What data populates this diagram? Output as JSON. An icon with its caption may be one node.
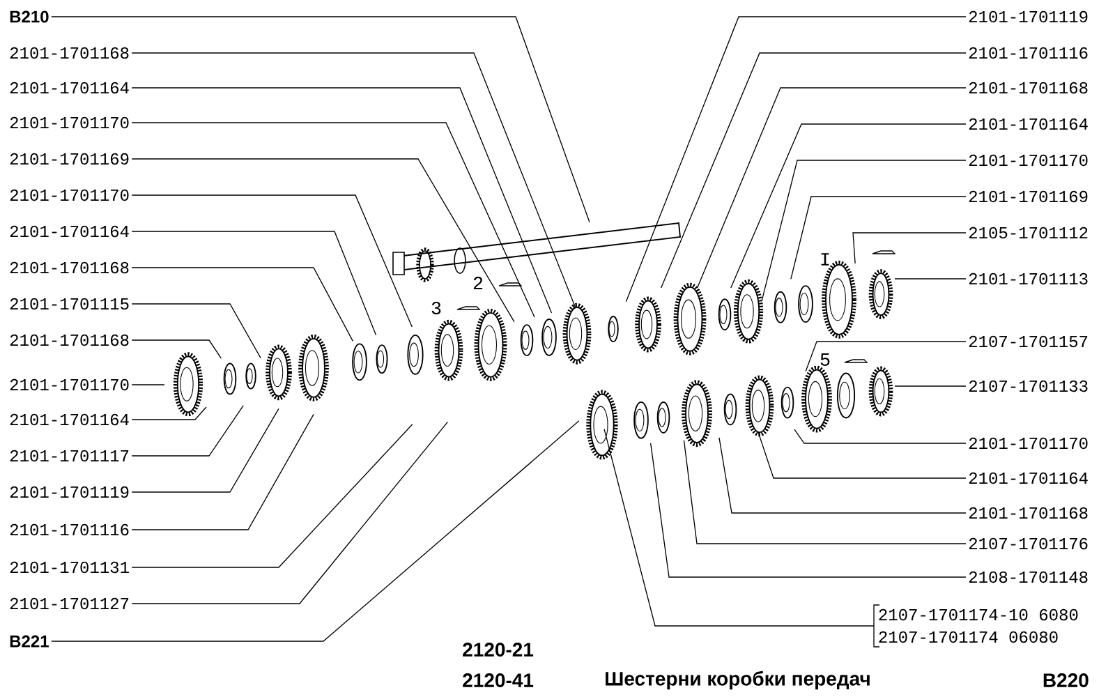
{
  "diagram": {
    "title": "Шестерни коробки передач",
    "nodes": [
      {
        "text": [
          "B210"
        ]
      },
      {
        "text": [
          "2101-1701168"
        ]
      },
      {
        "text": [
          "2101-1701164"
        ]
      },
      {
        "text": [
          "2101-1701170"
        ]
      },
      {
        "text": [
          "2101-1701169"
        ]
      },
      {
        "text": [
          "2101-1701170"
        ]
      },
      {
        "text": [
          "2101-1701164"
        ]
      },
      {
        "text": [
          "2101-1701168"
        ]
      },
      {
        "text": [
          "2101-1701115"
        ]
      },
      {
        "text": [
          "2101-1701168"
        ]
      },
      {
        "text": [
          "2101-1701170"
        ]
      },
      {
        "text": [
          "2101-1701164"
        ]
      },
      {
        "text": [
          "2101-1701117"
        ]
      },
      {
        "text": [
          "2101-1701119"
        ]
      },
      {
        "text": [
          "2101-1701116"
        ]
      },
      {
        "text": [
          "2101-1701131"
        ]
      },
      {
        "text": [
          "2101-1701127"
        ]
      },
      {
        "text": [
          "B221"
        ]
      },
      {
        "text": [
          "2101-1701119"
        ]
      },
      {
        "text": [
          "2101-1701116"
        ]
      },
      {
        "text": [
          "2101-1701168"
        ]
      },
      {
        "text": [
          "2101-1701164"
        ]
      },
      {
        "text": [
          "2101-1701170"
        ]
      },
      {
        "text": [
          "2101-1701169"
        ]
      },
      {
        "text": [
          "2105-1701112"
        ]
      },
      {
        "text": [
          "2101-1701113"
        ]
      },
      {
        "text": [
          "2107-1701157"
        ]
      },
      {
        "text": [
          "2107-1701133"
        ]
      },
      {
        "text": [
          "2101-1701170"
        ]
      },
      {
        "text": [
          "2101-1701164"
        ]
      },
      {
        "text": [
          "2101-1701168"
        ]
      },
      {
        "text": [
          "2107-1701176"
        ]
      },
      {
        "text": [
          "2108-1701148"
        ]
      },
      {
        "text": [
          "2107-1701174-10 6080",
          "2107-1701174 06080"
        ]
      }
    ],
    "edges": [
      {
        "from": 0,
        "to": null,
        "arrow": "none"
      },
      {
        "from": 1,
        "to": null,
        "arrow": "none"
      },
      {
        "from": 2,
        "to": null,
        "arrow": "none"
      },
      {
        "from": 3,
        "to": null,
        "arrow": "none"
      },
      {
        "from": 4,
        "to": null,
        "arrow": "none"
      },
      {
        "from": 5,
        "to": null,
        "arrow": "none"
      },
      {
        "from": 6,
        "to": null,
        "arrow": "none"
      },
      {
        "from": 7,
        "to": null,
        "arrow": "none"
      },
      {
        "from": 8,
        "to": null,
        "arrow": "none"
      },
      {
        "from": 9,
        "to": null,
        "arrow": "none"
      },
      {
        "from": 10,
        "to": null,
        "arrow": "none"
      },
      {
        "from": 11,
        "to": null,
        "arrow": "none"
      },
      {
        "from": 12,
        "to": null,
        "arrow": "none"
      },
      {
        "from": 13,
        "to": null,
        "arrow": "none"
      },
      {
        "from": 14,
        "to": null,
        "arrow": "none"
      },
      {
        "from": 15,
        "to": null,
        "arrow": "none"
      },
      {
        "from": 16,
        "to": null,
        "arrow": "none"
      },
      {
        "from": 17,
        "to": null,
        "arrow": "none"
      },
      {
        "from": 18,
        "to": null,
        "arrow": "none"
      },
      {
        "from": 19,
        "to": null,
        "arrow": "none"
      },
      {
        "from": 20,
        "to": null,
        "arrow": "none"
      },
      {
        "from": 21,
        "to": null,
        "arrow": "none"
      },
      {
        "from": 22,
        "to": null,
        "arrow": "none"
      },
      {
        "from": 23,
        "to": null,
        "arrow": "none"
      },
      {
        "from": 24,
        "to": null,
        "arrow": "none"
      },
      {
        "from": 25,
        "to": null,
        "arrow": "none"
      },
      {
        "from": 26,
        "to": null,
        "arrow": "none"
      },
      {
        "from": 27,
        "to": null,
        "arrow": "none"
      },
      {
        "from": 28,
        "to": null,
        "arrow": "none"
      },
      {
        "from": 29,
        "to": null,
        "arrow": "none"
      },
      {
        "from": 30,
        "to": null,
        "arrow": "none"
      },
      {
        "from": 31,
        "to": null,
        "arrow": "none"
      },
      {
        "from": 32,
        "to": null,
        "arrow": "none"
      },
      {
        "from": 33,
        "to": null,
        "arrow": "none"
      }
    ],
    "labels": [
      "2",
      "3",
      "I",
      "5",
      "2120-21",
      "2120-41",
      "B220"
    ]
  }
}
